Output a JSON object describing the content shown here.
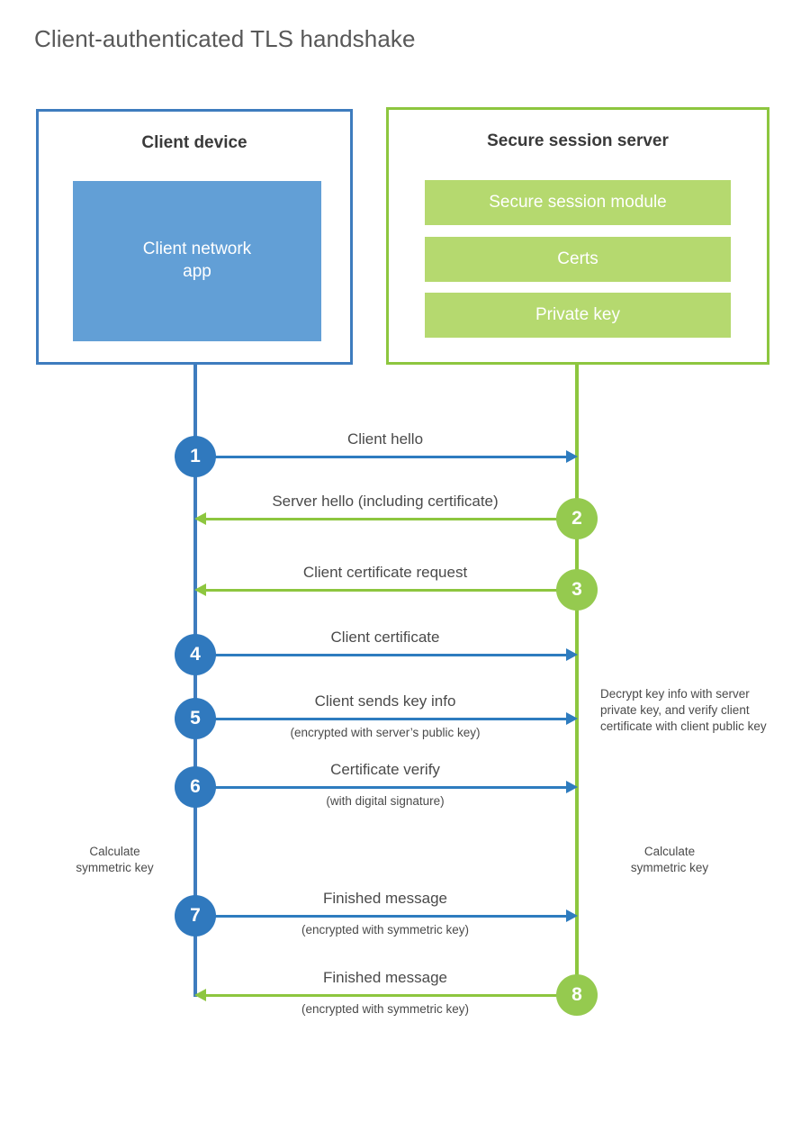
{
  "title": "Client-authenticated TLS handshake",
  "colors": {
    "blue_border": "#3E7CBE",
    "blue_fill": "#629FD6",
    "blue_accent": "#3079BE",
    "green_border": "#8DC63F",
    "green_fill": "#B5D96F",
    "green_accent": "#95CA4F",
    "text": "#4A4A4A",
    "title_text": "#585858",
    "background": "#FFFFFF"
  },
  "client": {
    "title": "Client device",
    "app_label": "Client network\napp"
  },
  "server": {
    "title": "Secure session server",
    "blocks": [
      "Secure session module",
      "Certs",
      "Private key"
    ]
  },
  "notes": {
    "server_decrypt": "Decrypt key info with server private key, and verify client certificate with client public key",
    "client_calculate": "Calculate\nsymmetric key",
    "server_calculate": "Calculate\nsymmetric key"
  },
  "steps": [
    {
      "number": "1",
      "label": "Client hello",
      "sublabel": "",
      "direction": "client-to-server",
      "color": "blue",
      "badge_side": "client"
    },
    {
      "number": "2",
      "label": "Server hello (including certificate)",
      "sublabel": "",
      "direction": "server-to-client",
      "color": "green",
      "badge_side": "server"
    },
    {
      "number": "3",
      "label": "Client certificate request",
      "sublabel": "",
      "direction": "server-to-client",
      "color": "green",
      "badge_side": "server"
    },
    {
      "number": "4",
      "label": "Client certificate",
      "sublabel": "",
      "direction": "client-to-server",
      "color": "blue",
      "badge_side": "client"
    },
    {
      "number": "5",
      "label": "Client sends key info",
      "sublabel": "(encrypted with server’s public key)",
      "direction": "client-to-server",
      "color": "blue",
      "badge_side": "client"
    },
    {
      "number": "6",
      "label": "Certificate verify",
      "sublabel": "(with digital signature)",
      "direction": "client-to-server",
      "color": "blue",
      "badge_side": "client"
    },
    {
      "number": "7",
      "label": "Finished message",
      "sublabel": "(encrypted with symmetric key)",
      "direction": "client-to-server",
      "color": "blue",
      "badge_side": "client"
    },
    {
      "number": "8",
      "label": "Finished message",
      "sublabel": "(encrypted with symmetric key)",
      "direction": "server-to-client",
      "color": "green",
      "badge_side": "server"
    }
  ]
}
